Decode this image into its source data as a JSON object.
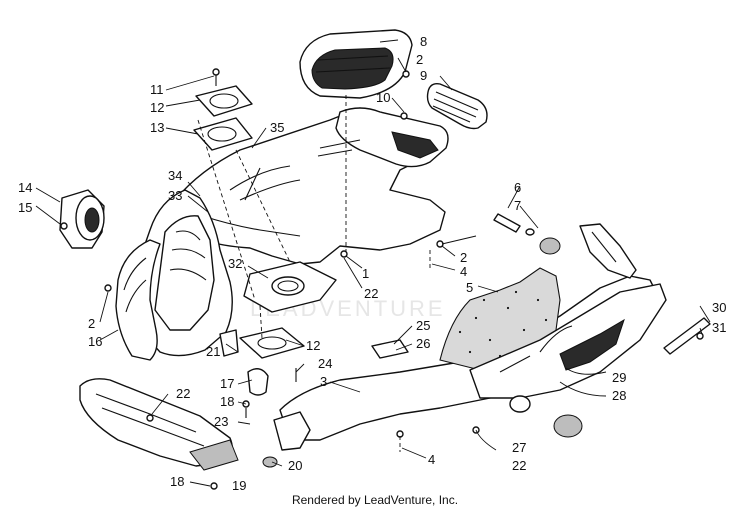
{
  "diagram": {
    "labels": [
      "1",
      "2",
      "2",
      "2",
      "3",
      "4",
      "4",
      "5",
      "6",
      "7",
      "8",
      "9",
      "10",
      "11",
      "12",
      "12",
      "13",
      "14",
      "15",
      "16",
      "17",
      "18",
      "18",
      "19",
      "20",
      "21",
      "22",
      "22",
      "22",
      "23",
      "24",
      "25",
      "26",
      "27",
      "28",
      "29",
      "30",
      "31",
      "32",
      "33",
      "34",
      "35"
    ]
  },
  "watermark": "LEADVENTURE",
  "footer": {
    "credit": "Rendered by LeadVenture, Inc."
  }
}
